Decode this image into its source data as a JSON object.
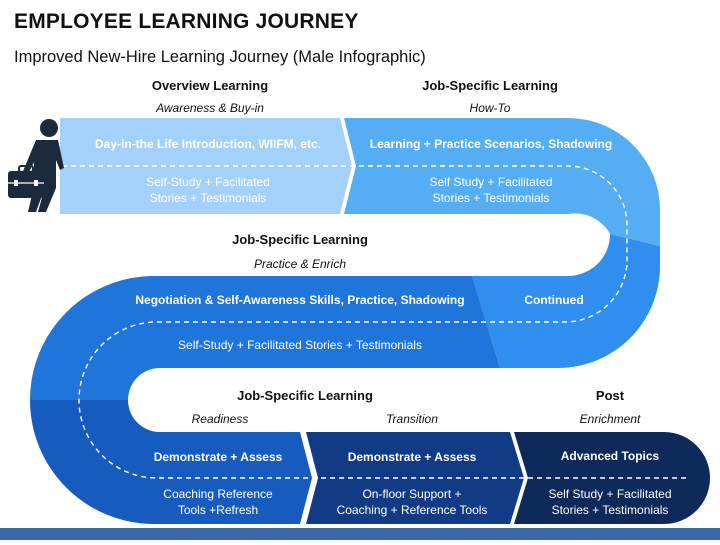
{
  "title": "EMPLOYEE LEARNING JOURNEY",
  "subtitle": "Improved New-Hire Learning Journey (Male Infographic)",
  "colors": {
    "light_blue": "#a4d1fa",
    "sky_blue": "#55aef4",
    "mid_blue": "#2f8eee",
    "blue": "#1f75da",
    "deep_blue": "#185bbf",
    "dark_blue": "#123b86",
    "navy": "#0e2a5a",
    "grey_blue": "#3c69a8"
  },
  "icon": "businessman-with-briefcase-icon",
  "stages": {
    "overview": {
      "heading": "Overview Learning",
      "subheading": "Awareness & Buy-in",
      "primary": "Day-in-the Life Introduction, WIIFM, etc.",
      "secondary": [
        "Self-Study + Facilitated",
        "Stories + Testimonials"
      ]
    },
    "how_to": {
      "heading": "Job-Specific Learning",
      "subheading": "How-To",
      "primary": "Learning + Practice Scenarios, Shadowing",
      "secondary": [
        "Self Study + Facilitated",
        "Stories + Testimonials"
      ]
    },
    "practice": {
      "heading": "Job-Specific Learning",
      "subheading": "Practice & Enrich",
      "primary": "Negotiation & Self-Awareness Skills, Practice, Shadowing",
      "secondary": "Self-Study + Facilitated Stories + Testimonials",
      "continued": "Continued"
    },
    "readiness": {
      "heading": "Job-Specific Learning",
      "subheading": "Readiness",
      "primary": "Demonstrate + Assess",
      "secondary": [
        "Coaching Reference",
        "Tools +Refresh"
      ]
    },
    "transition": {
      "subheading": "Transition",
      "primary": "Demonstrate + Assess",
      "secondary": [
        "On-floor Support +",
        "Coaching + Reference Tools"
      ]
    },
    "post": {
      "heading": "Post",
      "subheading": "Enrichment",
      "primary": "Advanced Topics",
      "secondary": [
        "Self Study + Facilitated",
        "Stories + Testimonials"
      ]
    }
  }
}
